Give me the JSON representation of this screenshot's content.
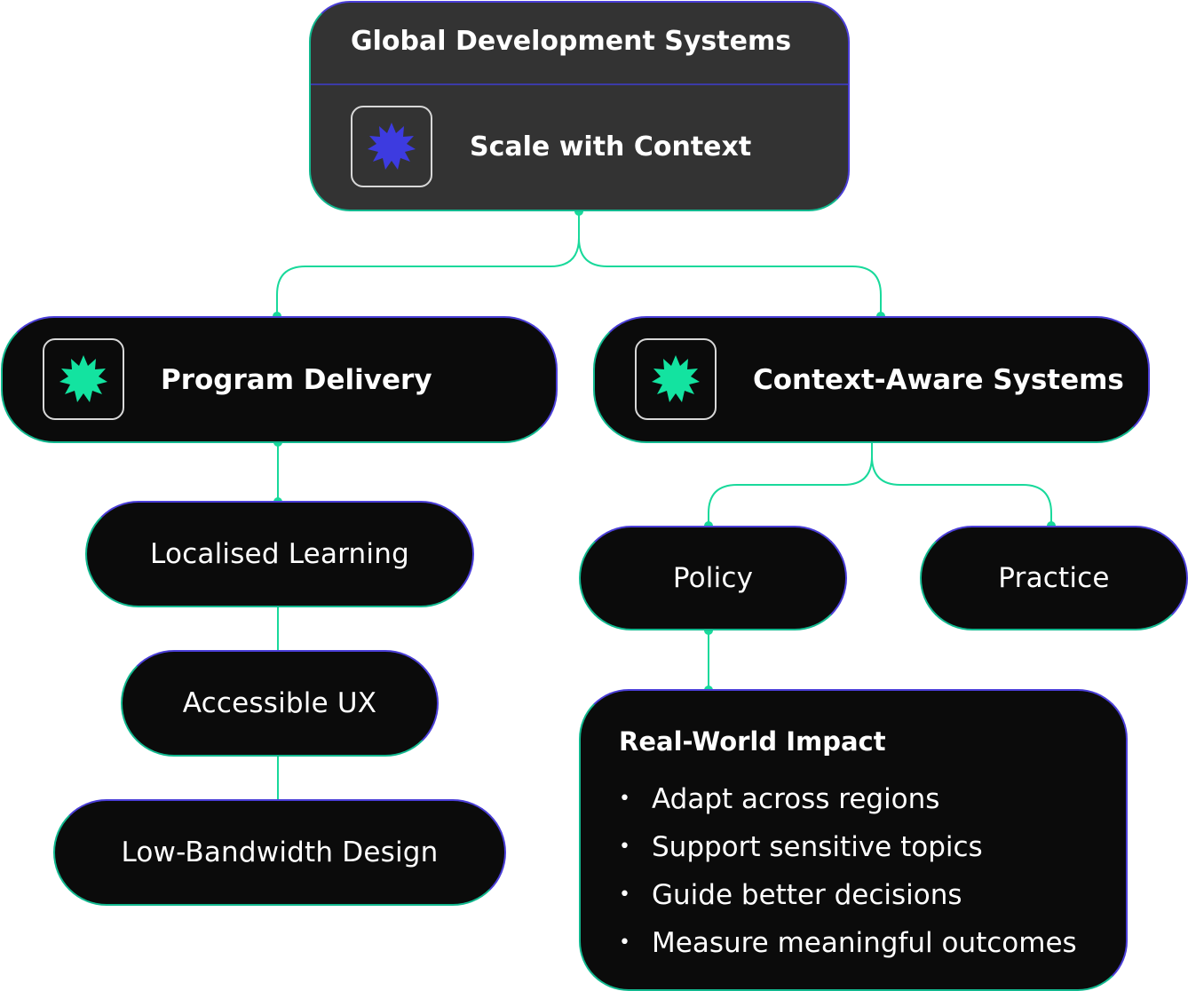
{
  "root": {
    "title": "Global Development Systems",
    "subtitle": "Scale with Context",
    "icon": "starburst-icon",
    "icon_color": "#3d3be0"
  },
  "branches": {
    "left": {
      "label": "Program Delivery",
      "icon": "starburst-icon",
      "icon_color": "#13e3a0",
      "children": [
        "Localised Learning",
        "Accessible UX",
        "Low-Bandwidth Design"
      ]
    },
    "right": {
      "label": "Context-Aware Systems",
      "icon": "starburst-icon",
      "icon_color": "#13e3a0",
      "children": [
        "Policy",
        "Practice"
      ]
    }
  },
  "impact": {
    "title": "Real-World Impact",
    "items": [
      "Adapt across regions",
      "Support sensitive topics",
      "Guide better decisions",
      "Measure meaningful outcomes"
    ]
  },
  "colors": {
    "connector": "#19d99b",
    "border_indigo": "#4b3fd8",
    "border_teal": "#12b88f",
    "node_bg": "#0b0b0b",
    "root_bg": "#333333"
  }
}
